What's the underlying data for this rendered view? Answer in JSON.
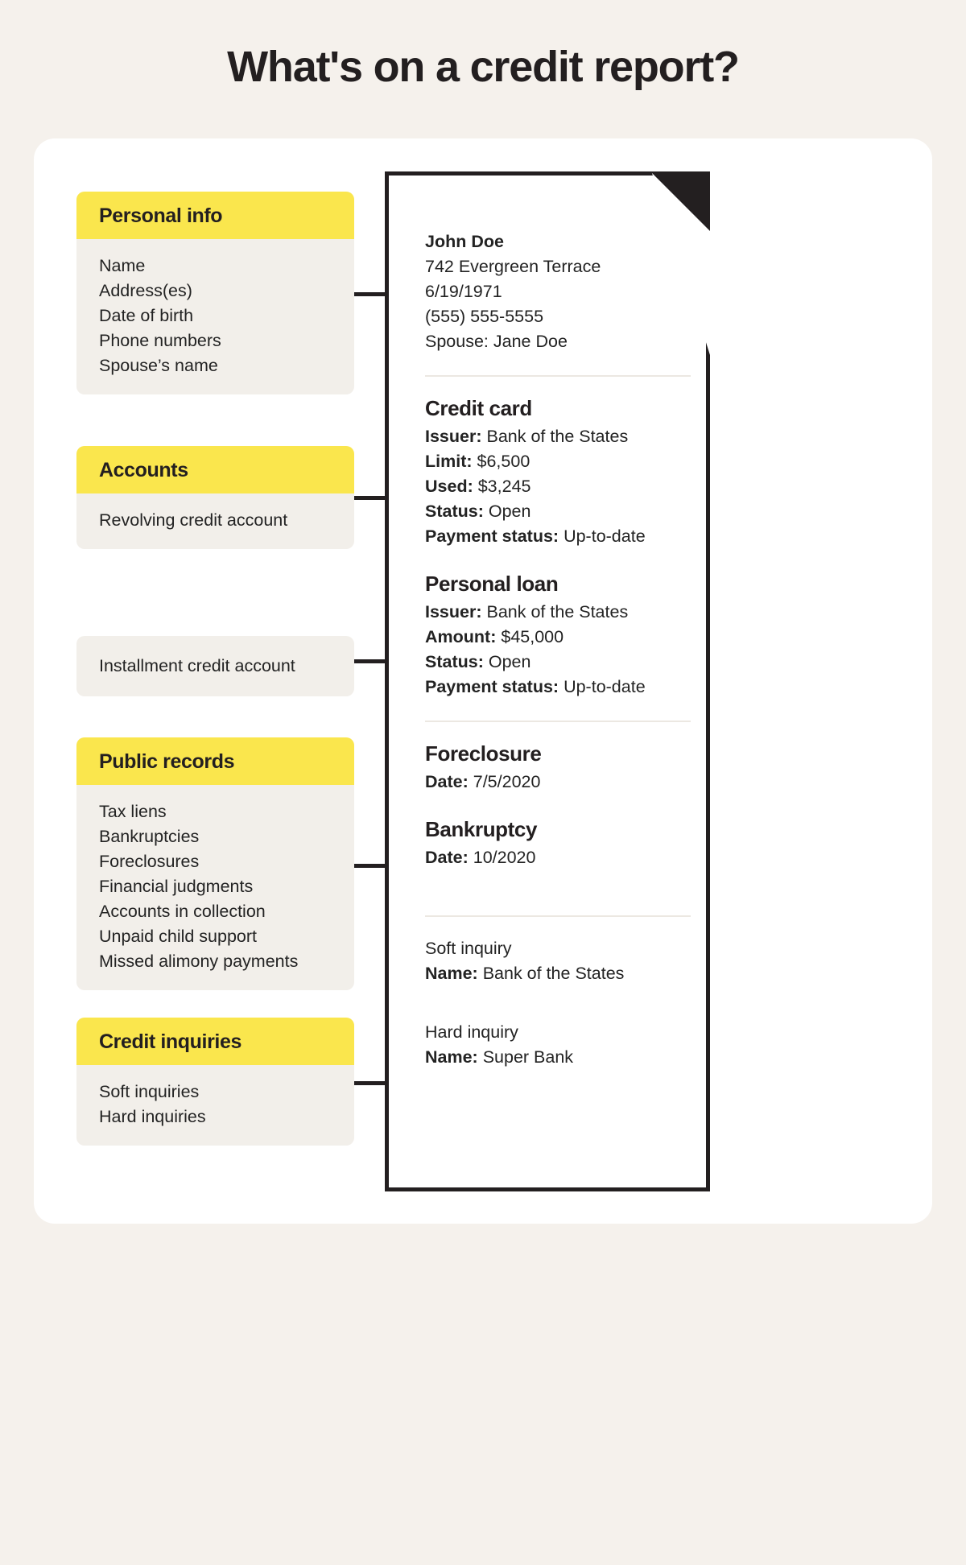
{
  "title": "What's on a credit report?",
  "colors": {
    "background": "#f5f1ec",
    "card": "#ffffff",
    "accent_yellow": "#fae64d",
    "box_gray": "#f2efea",
    "ink": "#231f20"
  },
  "left_column": {
    "personal_info": {
      "header": "Personal info",
      "items": [
        "Name",
        "Address(es)",
        "Date of birth",
        "Phone numbers",
        "Spouse’s name"
      ]
    },
    "accounts": {
      "header": "Accounts",
      "items": [
        "Revolving credit account"
      ]
    },
    "installment": {
      "items": [
        "Installment credit account"
      ]
    },
    "public_records": {
      "header": "Public records",
      "items": [
        "Tax liens",
        "Bankruptcies",
        "Foreclosures",
        "Financial judgments",
        "Accounts in collection",
        "Unpaid child support",
        "Missed alimony payments"
      ]
    },
    "credit_inquiries": {
      "header": "Credit inquiries",
      "items": [
        "Soft inquiries",
        "Hard inquiries"
      ]
    }
  },
  "document": {
    "personal": {
      "name": "John Doe",
      "address": "742 Evergreen Terrace",
      "dob": "6/19/1971",
      "phone": "(555) 555-5555",
      "spouse": "Spouse: Jane Doe"
    },
    "credit_card": {
      "heading": "Credit card",
      "issuer_label": "Issuer:",
      "issuer_value": "Bank of the States",
      "limit_label": "Limit:",
      "limit_value": "$6,500",
      "used_label": "Used:",
      "used_value": "$3,245",
      "status_label": "Status:",
      "status_value": "Open",
      "payment_label": "Payment status:",
      "payment_value": "Up-to-date"
    },
    "personal_loan": {
      "heading": "Personal loan",
      "issuer_label": "Issuer:",
      "issuer_value": "Bank of the States",
      "amount_label": "Amount:",
      "amount_value": "$45,000",
      "status_label": "Status:",
      "status_value": "Open",
      "payment_label": "Payment status:",
      "payment_value": "Up-to-date"
    },
    "foreclosure": {
      "heading": "Foreclosure",
      "date_label": "Date:",
      "date_value": "7/5/2020"
    },
    "bankruptcy": {
      "heading": "Bankruptcy",
      "date_label": "Date:",
      "date_value": "10/2020"
    },
    "soft_inquiry": {
      "type": "Soft inquiry",
      "name_label": "Name:",
      "name_value": "Bank of the States"
    },
    "hard_inquiry": {
      "type": "Hard inquiry",
      "name_label": "Name:",
      "name_value": "Super Bank"
    }
  }
}
